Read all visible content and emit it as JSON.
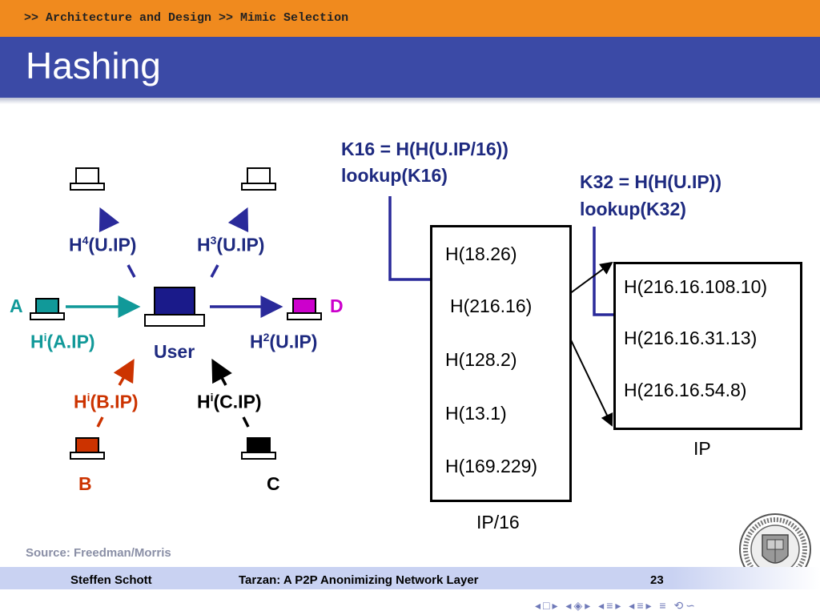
{
  "header": {
    "breadcrumb": ">> Architecture and Design >> Mimic Selection",
    "title": "Hashing"
  },
  "left_diagram": {
    "h4": {
      "base": "H",
      "sup": "4",
      "tail": "(U.IP)"
    },
    "h3": {
      "base": "H",
      "sup": "3",
      "tail": "(U.IP)"
    },
    "node_a": "A",
    "node_d": "D",
    "hi_a": {
      "base": "H",
      "sup": "i",
      "tail": "(A.IP)"
    },
    "user": "User",
    "h2": {
      "base": "H",
      "sup": "2",
      "tail": "(U.IP)"
    },
    "hi_b": {
      "base": "H",
      "sup": "i",
      "tail": "(B.IP)"
    },
    "hi_c": {
      "base": "H",
      "sup": "i",
      "tail": "(C.IP)"
    },
    "node_b": "B",
    "node_c": "C",
    "colors": {
      "a": "#119999",
      "b": "#cc3300",
      "d": "#cc00cc",
      "c": "#000000",
      "navy": "#1e2a80",
      "user": "#1a1a8a"
    }
  },
  "k16": {
    "line1": "K16 = H(H(U.IP/16))",
    "line2": "lookup(K16)"
  },
  "k32": {
    "line1": "K32 = H(H(U.IP))",
    "line2": "lookup(K32)"
  },
  "ip16_table": {
    "entries": [
      "H(18.26)",
      "H(216.16)",
      "H(128.2)",
      "H(13.1)",
      "H(169.229)"
    ],
    "caption": "IP/16"
  },
  "ip_table": {
    "entries": [
      "H(216.16.108.10)",
      "H(216.16.31.13)",
      "H(216.16.54.8)"
    ],
    "caption": "IP"
  },
  "source": "Source: Freedman/Morris",
  "footer": {
    "author": "Steffen Schott",
    "talk": "Tarzan: A P2P Anonimizing Network Layer",
    "page": "23"
  },
  "logo_icon": "university-seal-icon"
}
